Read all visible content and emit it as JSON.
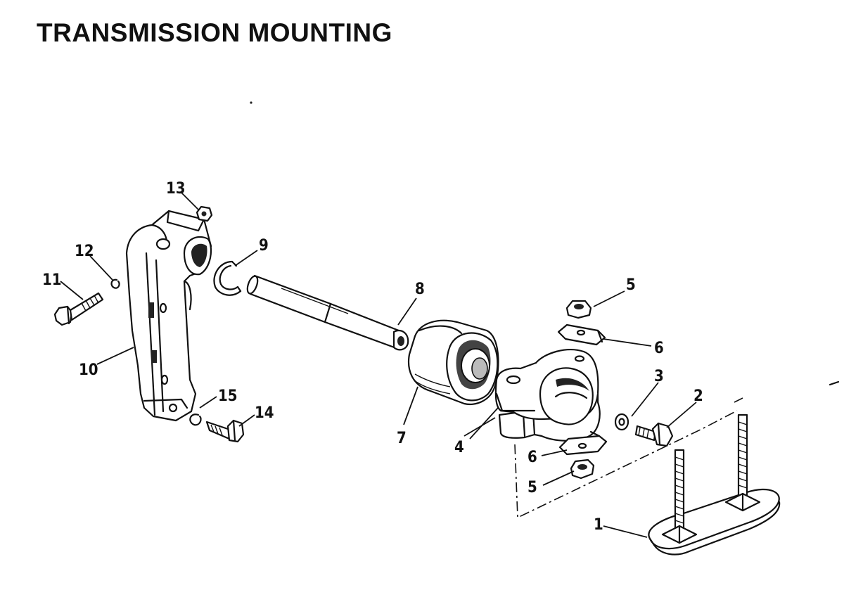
{
  "title": "TRANSMISSION MOUNTING",
  "callouts": {
    "c1": "1",
    "c2": "2",
    "c3": "3",
    "c4": "4",
    "c5a": "5",
    "c5b": "5",
    "c6a": "6",
    "c6b": "6",
    "c7": "7",
    "c8": "8",
    "c9": "9",
    "c10": "10",
    "c11": "11",
    "c12": "12",
    "c13": "13",
    "c14": "14",
    "c15": "15"
  }
}
